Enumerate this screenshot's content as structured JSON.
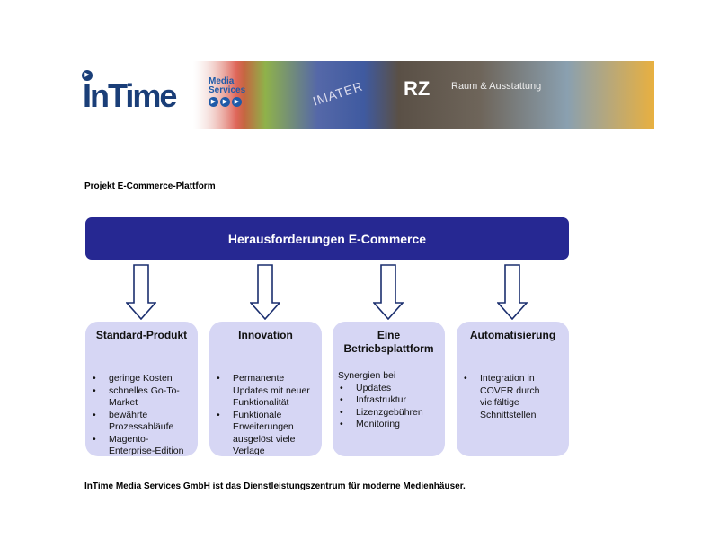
{
  "banner": {
    "logo_main": "InTime",
    "logo_sub1": "Media",
    "logo_sub2": "Services",
    "magazine_rz": "RZ",
    "magazine_rz_sub": "Raum & Ausstattung",
    "magazine_mater": "IMATER"
  },
  "project_title": "Projekt E-Commerce-Plattform",
  "header": "Herausforderungen E-Commerce",
  "boxes": [
    {
      "title": "Standard-Produkt",
      "intro": "",
      "items": [
        "geringe Kosten",
        "schnelles Go-To-Market",
        "bewährte Prozessabläufe",
        "Magento-Enterprise-Edition"
      ]
    },
    {
      "title": "Innovation",
      "intro": "",
      "items": [
        "Permanente Updates mit neuer Funktionalität",
        "Funktionale Erweiterungen ausgelöst viele Verlage"
      ]
    },
    {
      "title": "Eine Betriebsplattform",
      "intro": "Synergien bei",
      "items": [
        "Updates",
        "Infrastruktur",
        "Lizenzgebühren",
        "Monitoring"
      ]
    },
    {
      "title": "Automatisierung",
      "intro": "",
      "items": [
        "Integration in COVER durch vielfältige Schnittstellen"
      ]
    }
  ],
  "footer": "InTime Media Services GmbH ist das Dienstleistungszentrum für moderne Medienhäuser.",
  "colors": {
    "header": "#262892",
    "box": "#d6d6f4",
    "arrow": "#1a2e6e"
  }
}
